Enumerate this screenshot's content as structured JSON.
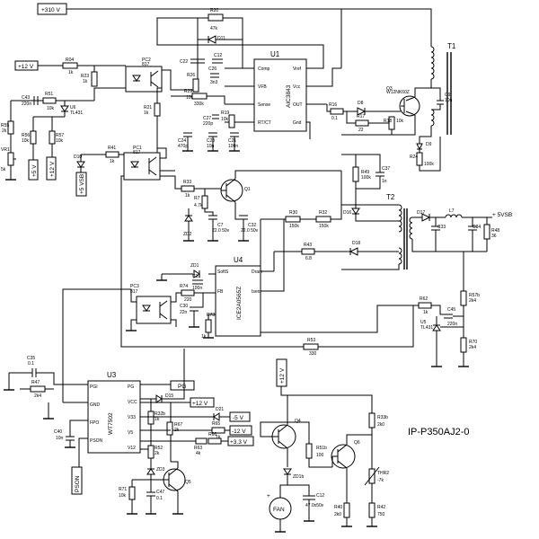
{
  "title": "IP-P350AJ2-0",
  "rails": {
    "v310": "+310 V",
    "v12_in": "+12 V",
    "v5vsb_out": "+ 5VSB",
    "v5vsb_tag": "+5 VSB",
    "v5_tag": "+5 V",
    "v12_tag": "+12 V",
    "fan_12": "+12 V",
    "out_12": "+12 V",
    "out_5": "-5 V",
    "out_m12": "-12 V",
    "out_33": "+3.3 V",
    "pg": "PG",
    "pson": "PSON"
  },
  "ics": {
    "u1": {
      "name": "U1",
      "part": "AIC3843",
      "pins": [
        "Comp",
        "VFB",
        "Sense",
        "RT/CT",
        "Vref",
        "Vcc",
        "OUT",
        "Gnd"
      ]
    },
    "u3": {
      "name": "U3",
      "part": "WT7502",
      "pins": [
        "PGI",
        "GND",
        "FPO",
        "PSON",
        "PG",
        "VCC",
        "V33",
        "V5",
        "V12"
      ]
    },
    "u4": {
      "name": "U4",
      "part": "ICE2A0565Z",
      "pins": [
        "SoftS",
        "FB",
        "Drain",
        "Isen"
      ]
    },
    "u5": {
      "name": "U5",
      "part": "TL431"
    },
    "u6": {
      "name": "U6",
      "part": "TL431"
    }
  },
  "transformers": {
    "t1": "T1",
    "t2": "T2"
  },
  "components": [
    {
      "ref": "R20",
      "val": "47k"
    },
    {
      "ref": "D11",
      "val": ""
    },
    {
      "ref": "C22",
      "val": ""
    },
    {
      "ref": "C12",
      "val": ""
    },
    {
      "ref": "R04",
      "val": "1k"
    },
    {
      "ref": "PC2",
      "val": "817"
    },
    {
      "ref": "R23",
      "val": "1k"
    },
    {
      "ref": "R51",
      "val": "10k"
    },
    {
      "ref": "C43",
      "val": "220n"
    },
    {
      "ref": "U6",
      "val": "TL431"
    },
    {
      "ref": "R55",
      "val": "2k"
    },
    {
      "ref": "R56",
      "val": "10k"
    },
    {
      "ref": "R57",
      "val": "10k"
    },
    {
      "ref": "VR1",
      "val": "5k"
    },
    {
      "ref": "R26",
      "val": "100k"
    },
    {
      "ref": "C26",
      "val": "3n3"
    },
    {
      "ref": "R29",
      "val": "330k"
    },
    {
      "ref": "R21",
      "val": "1k"
    },
    {
      "ref": "C27",
      "val": "220p"
    },
    {
      "ref": "R19",
      "val": "10k"
    },
    {
      "ref": "C24",
      "val": "470p"
    },
    {
      "ref": "C23",
      "val": "10n"
    },
    {
      "ref": "C21",
      "val": "100n"
    },
    {
      "ref": "R16",
      "val": "0.1"
    },
    {
      "ref": "D8",
      "val": ""
    },
    {
      "ref": "R17",
      "val": "22"
    },
    {
      "ref": "R18",
      "val": "10k"
    },
    {
      "ref": "Q3",
      "val": "W12NK60Z"
    },
    {
      "ref": "C9",
      "val": "10n"
    },
    {
      "ref": "D9",
      "val": ""
    },
    {
      "ref": "R24",
      "val": "100k"
    },
    {
      "ref": "R41",
      "val": "1k"
    },
    {
      "ref": "PC1",
      "val": "817"
    },
    {
      "ref": "D10",
      "val": ""
    },
    {
      "ref": "R33",
      "val": "1k"
    },
    {
      "ref": "R7",
      "val": "4.7k"
    },
    {
      "ref": "Q1",
      "val": ""
    },
    {
      "ref": "ZD2",
      "val": ""
    },
    {
      "ref": "C7",
      "val": "22.0 50v"
    },
    {
      "ref": "C32",
      "val": "22.0 50v"
    },
    {
      "ref": "R30",
      "val": "150k"
    },
    {
      "ref": "R32",
      "val": "150k"
    },
    {
      "ref": "R49",
      "val": "100k"
    },
    {
      "ref": "C37",
      "val": "1n"
    },
    {
      "ref": "D16",
      "val": ""
    },
    {
      "ref": "D17",
      "val": ""
    },
    {
      "ref": "L7",
      "val": ""
    },
    {
      "ref": "C33",
      "val": ""
    },
    {
      "ref": "C34",
      "val": ""
    },
    {
      "ref": "R48",
      "val": "36"
    },
    {
      "ref": "R43",
      "val": "6.8"
    },
    {
      "ref": "D18",
      "val": ""
    },
    {
      "ref": "ZD1",
      "val": ""
    },
    {
      "ref": "C31",
      "val": "100n"
    },
    {
      "ref": "PC3",
      "val": "817"
    },
    {
      "ref": "R74",
      "val": "220"
    },
    {
      "ref": "C30",
      "val": "22n"
    },
    {
      "ref": "R73",
      "val": "1k"
    },
    {
      "ref": "R62",
      "val": "1k"
    },
    {
      "ref": "R57b",
      "val": "2k4"
    },
    {
      "ref": "C45",
      "val": "220n"
    },
    {
      "ref": "U5",
      "val": "TL431"
    },
    {
      "ref": "R70",
      "val": "2k4"
    },
    {
      "ref": "R53",
      "val": "330"
    },
    {
      "ref": "C35",
      "val": "0.1"
    },
    {
      "ref": "R47",
      "val": "2k4"
    },
    {
      "ref": "C40",
      "val": "10n"
    },
    {
      "ref": "D15",
      "val": ""
    },
    {
      "ref": "R32b",
      "val": "1k"
    },
    {
      "ref": "D21",
      "val": ""
    },
    {
      "ref": "R65",
      "val": "1k"
    },
    {
      "ref": "R66",
      "val": "2k"
    },
    {
      "ref": "R63",
      "val": "4k"
    },
    {
      "ref": "R67",
      "val": "2k"
    },
    {
      "ref": "R52",
      "val": "2k"
    },
    {
      "ref": "ZD3",
      "val": ""
    },
    {
      "ref": "R71",
      "val": "10k"
    },
    {
      "ref": "C47",
      "val": "0.1"
    },
    {
      "ref": "Q5",
      "val": ""
    },
    {
      "ref": "Q4",
      "val": ""
    },
    {
      "ref": "R51b",
      "val": "100"
    },
    {
      "ref": "ZD1b",
      "val": ""
    },
    {
      "ref": "C12b",
      "val": "47.0x50v"
    },
    {
      "ref": "R40",
      "val": "2k0"
    },
    {
      "ref": "Q6",
      "val": ""
    },
    {
      "ref": "R33b",
      "val": "2k0"
    },
    {
      "ref": "THR2",
      "val": "-7k"
    },
    {
      "ref": "R42",
      "val": "750"
    }
  ],
  "fan": {
    "label": "FAN"
  }
}
